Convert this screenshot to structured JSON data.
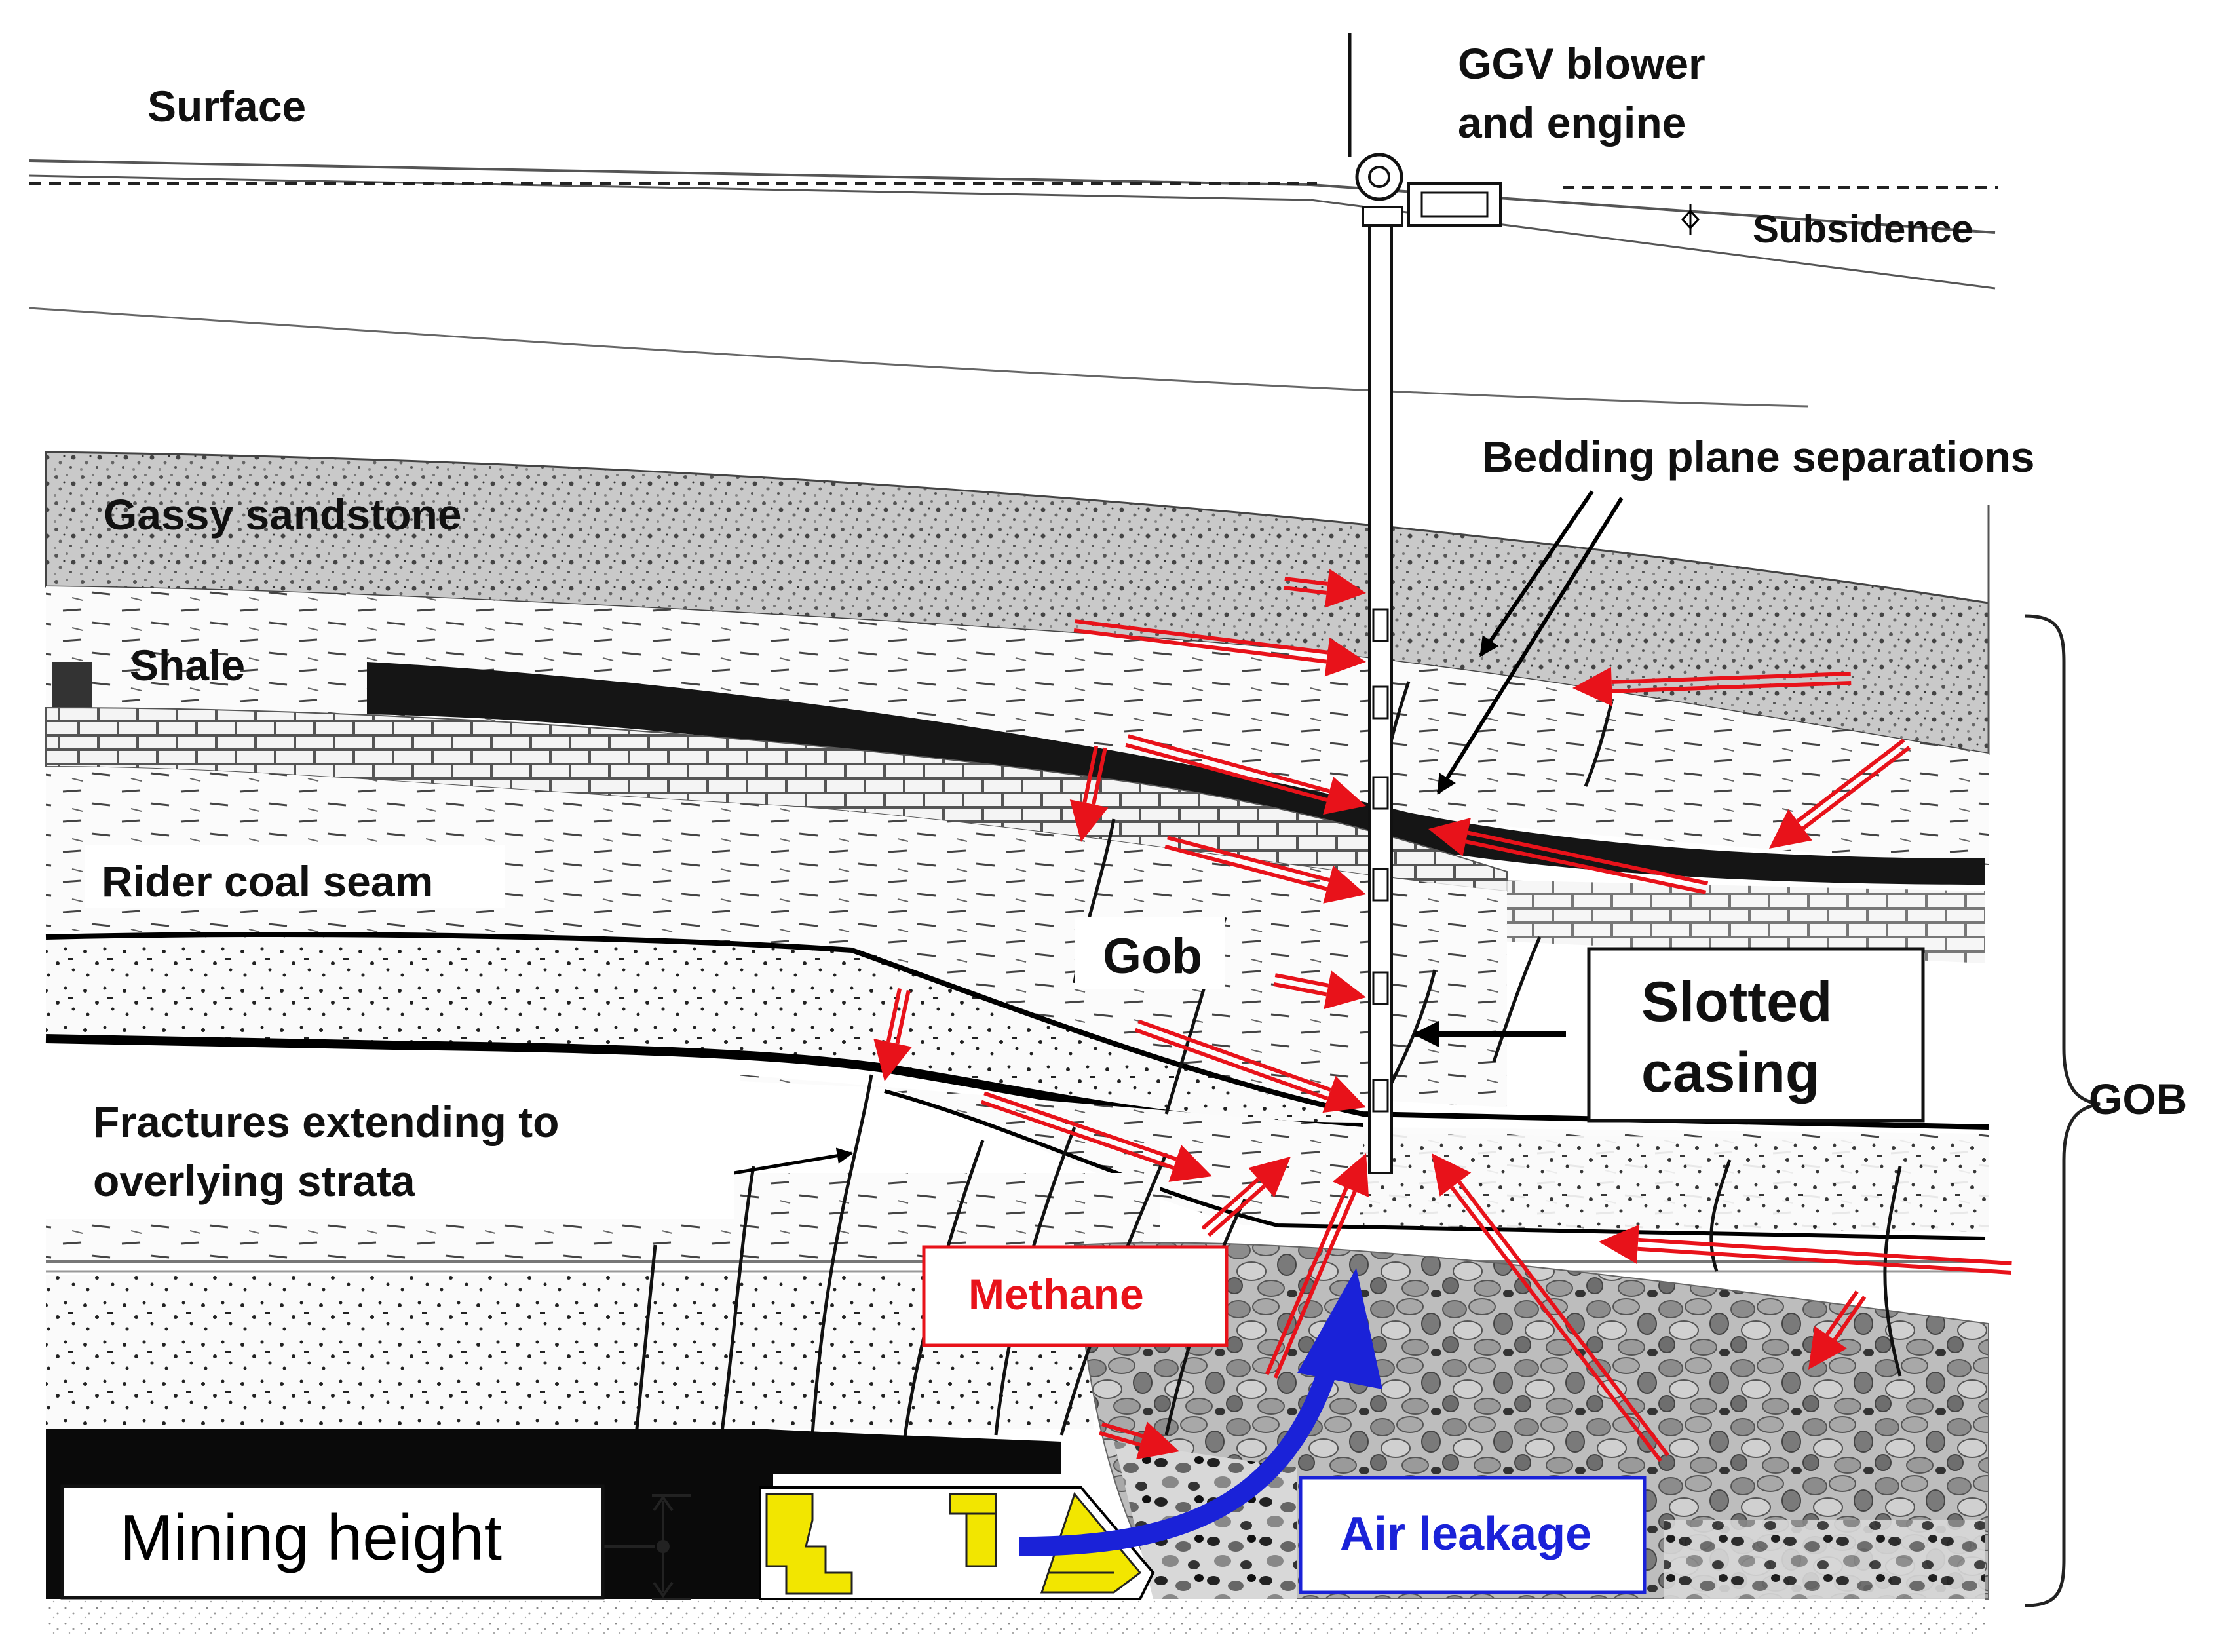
{
  "labels": {
    "surface": "Surface",
    "ggv_line1": "GGV blower",
    "ggv_line2": "and engine",
    "subsidence": "Subsidence",
    "bedding": "Bedding plane separations",
    "gassy_sandstone": "Gassy sandstone",
    "shale": "Shale",
    "rider_coal_seam": "Rider coal seam",
    "gob": "Gob",
    "slotted_line1": "Slotted",
    "slotted_line2": "casing",
    "fractures_line1": "Fractures extending to",
    "fractures_line2": "overlying strata",
    "gob_zone": "GOB",
    "methane": "Methane",
    "air_leakage": "Air leakage",
    "mining_height": "Mining height"
  },
  "colors": {
    "methane_flow": "#e8121a",
    "air_flow": "#1a22d8",
    "coal": "#111111",
    "shield": "#f2e600",
    "rubble": "#9a9a9a"
  }
}
